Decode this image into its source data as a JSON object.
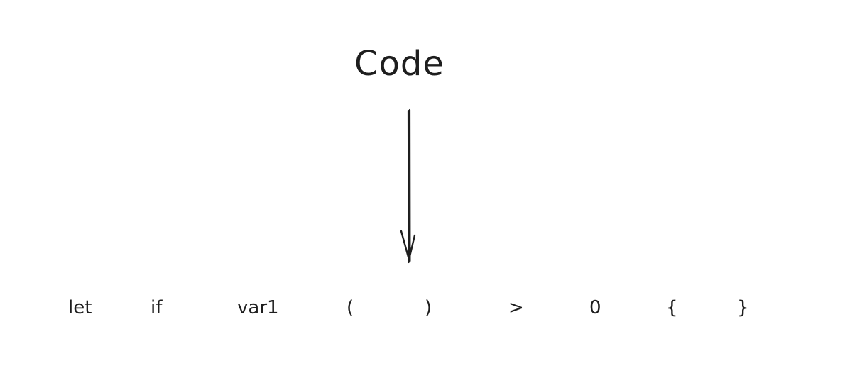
{
  "title": "Code",
  "tokens": [
    "let",
    "if",
    "var1",
    "(",
    ")",
    ">",
    "0",
    "{",
    "}"
  ],
  "colors": {
    "ink": "#1e1e1e",
    "background": "#ffffff"
  }
}
